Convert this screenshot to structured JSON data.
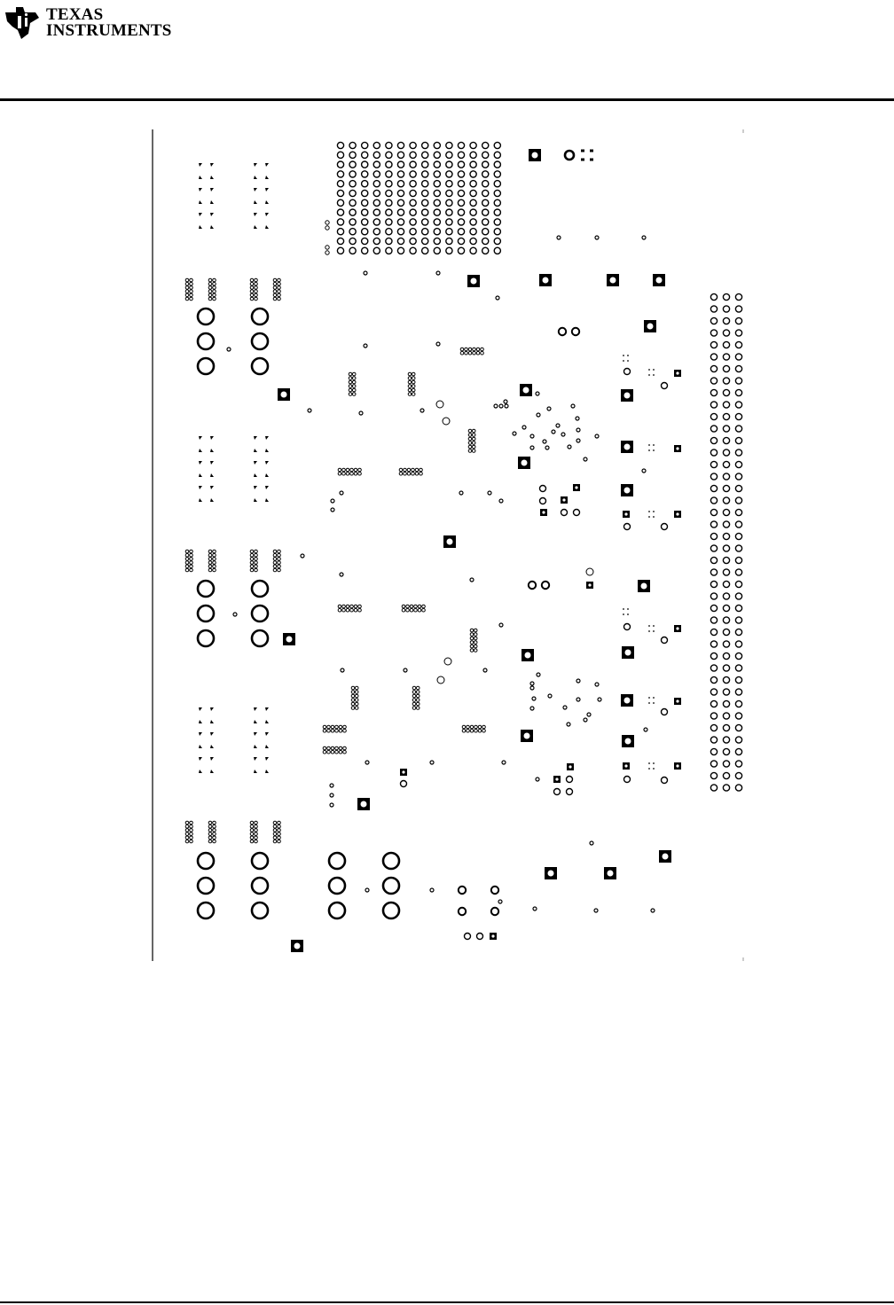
{
  "header": {
    "company_line1": "TEXAS",
    "company_line2": "INSTRUMENTS",
    "logo_icon": "ti-logo-icon"
  },
  "colors": {
    "ink": "#000000",
    "paper": "#ffffff"
  },
  "figure": {
    "icon": "pcb-layer-drill-drawing"
  }
}
